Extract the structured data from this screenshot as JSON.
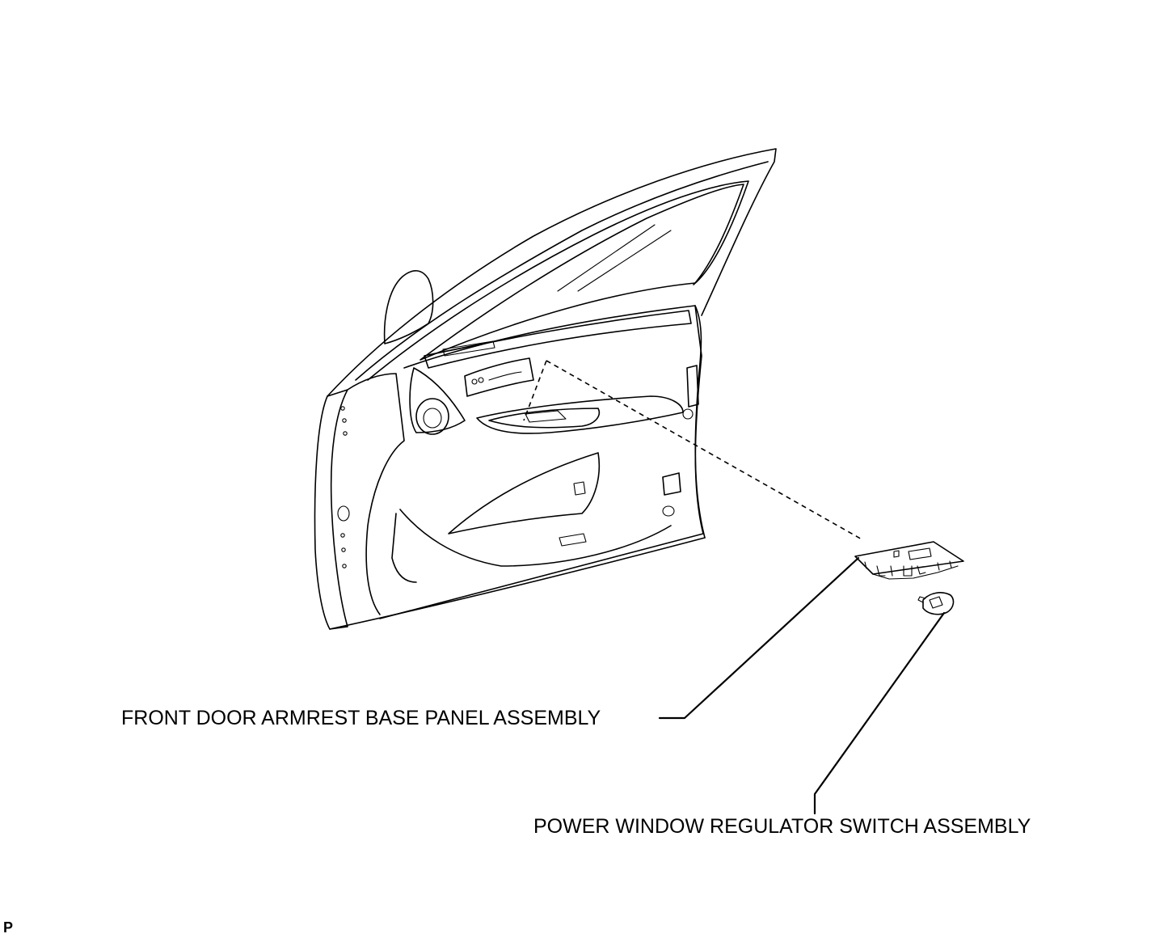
{
  "diagram": {
    "labels": {
      "armrest_base_panel": "FRONT DOOR ARMREST BASE PANEL ASSEMBLY",
      "power_window_switch": "POWER WINDOW REGULATOR SWITCH ASSEMBLY"
    },
    "page_code": "P",
    "colors": {
      "line": "#000000",
      "background": "#ffffff"
    }
  }
}
